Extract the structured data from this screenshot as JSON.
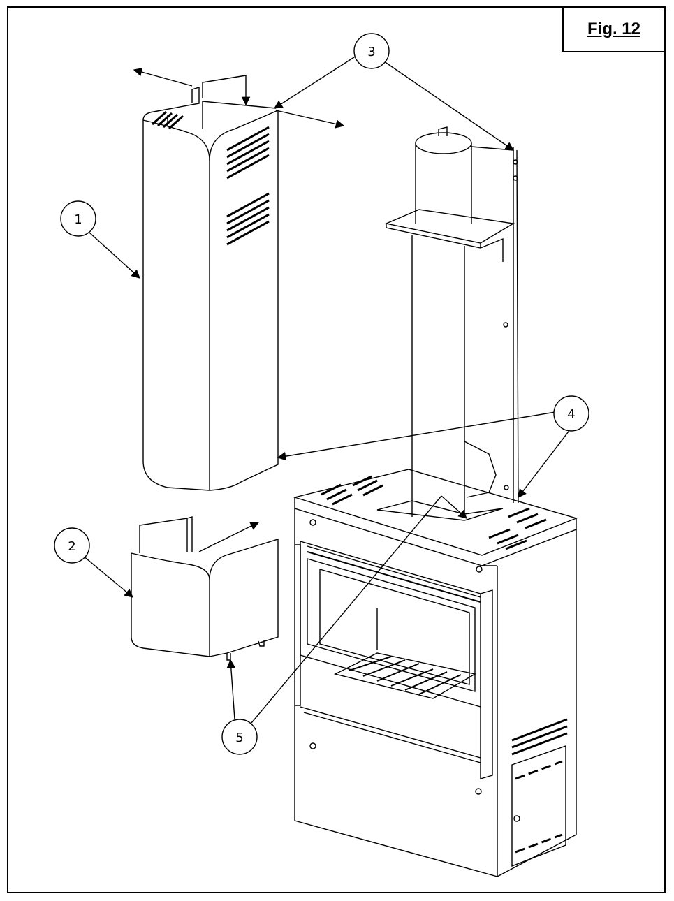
{
  "figure": {
    "label": "Fig. 12"
  },
  "callouts": [
    {
      "id": "1",
      "text": "1"
    },
    {
      "id": "2",
      "text": "2"
    },
    {
      "id": "3",
      "text": "3"
    },
    {
      "id": "4",
      "text": "4"
    },
    {
      "id": "5",
      "text": "5"
    }
  ],
  "colors": {
    "line": "#000000",
    "background": "#ffffff",
    "shade": "#f2f2f2"
  }
}
